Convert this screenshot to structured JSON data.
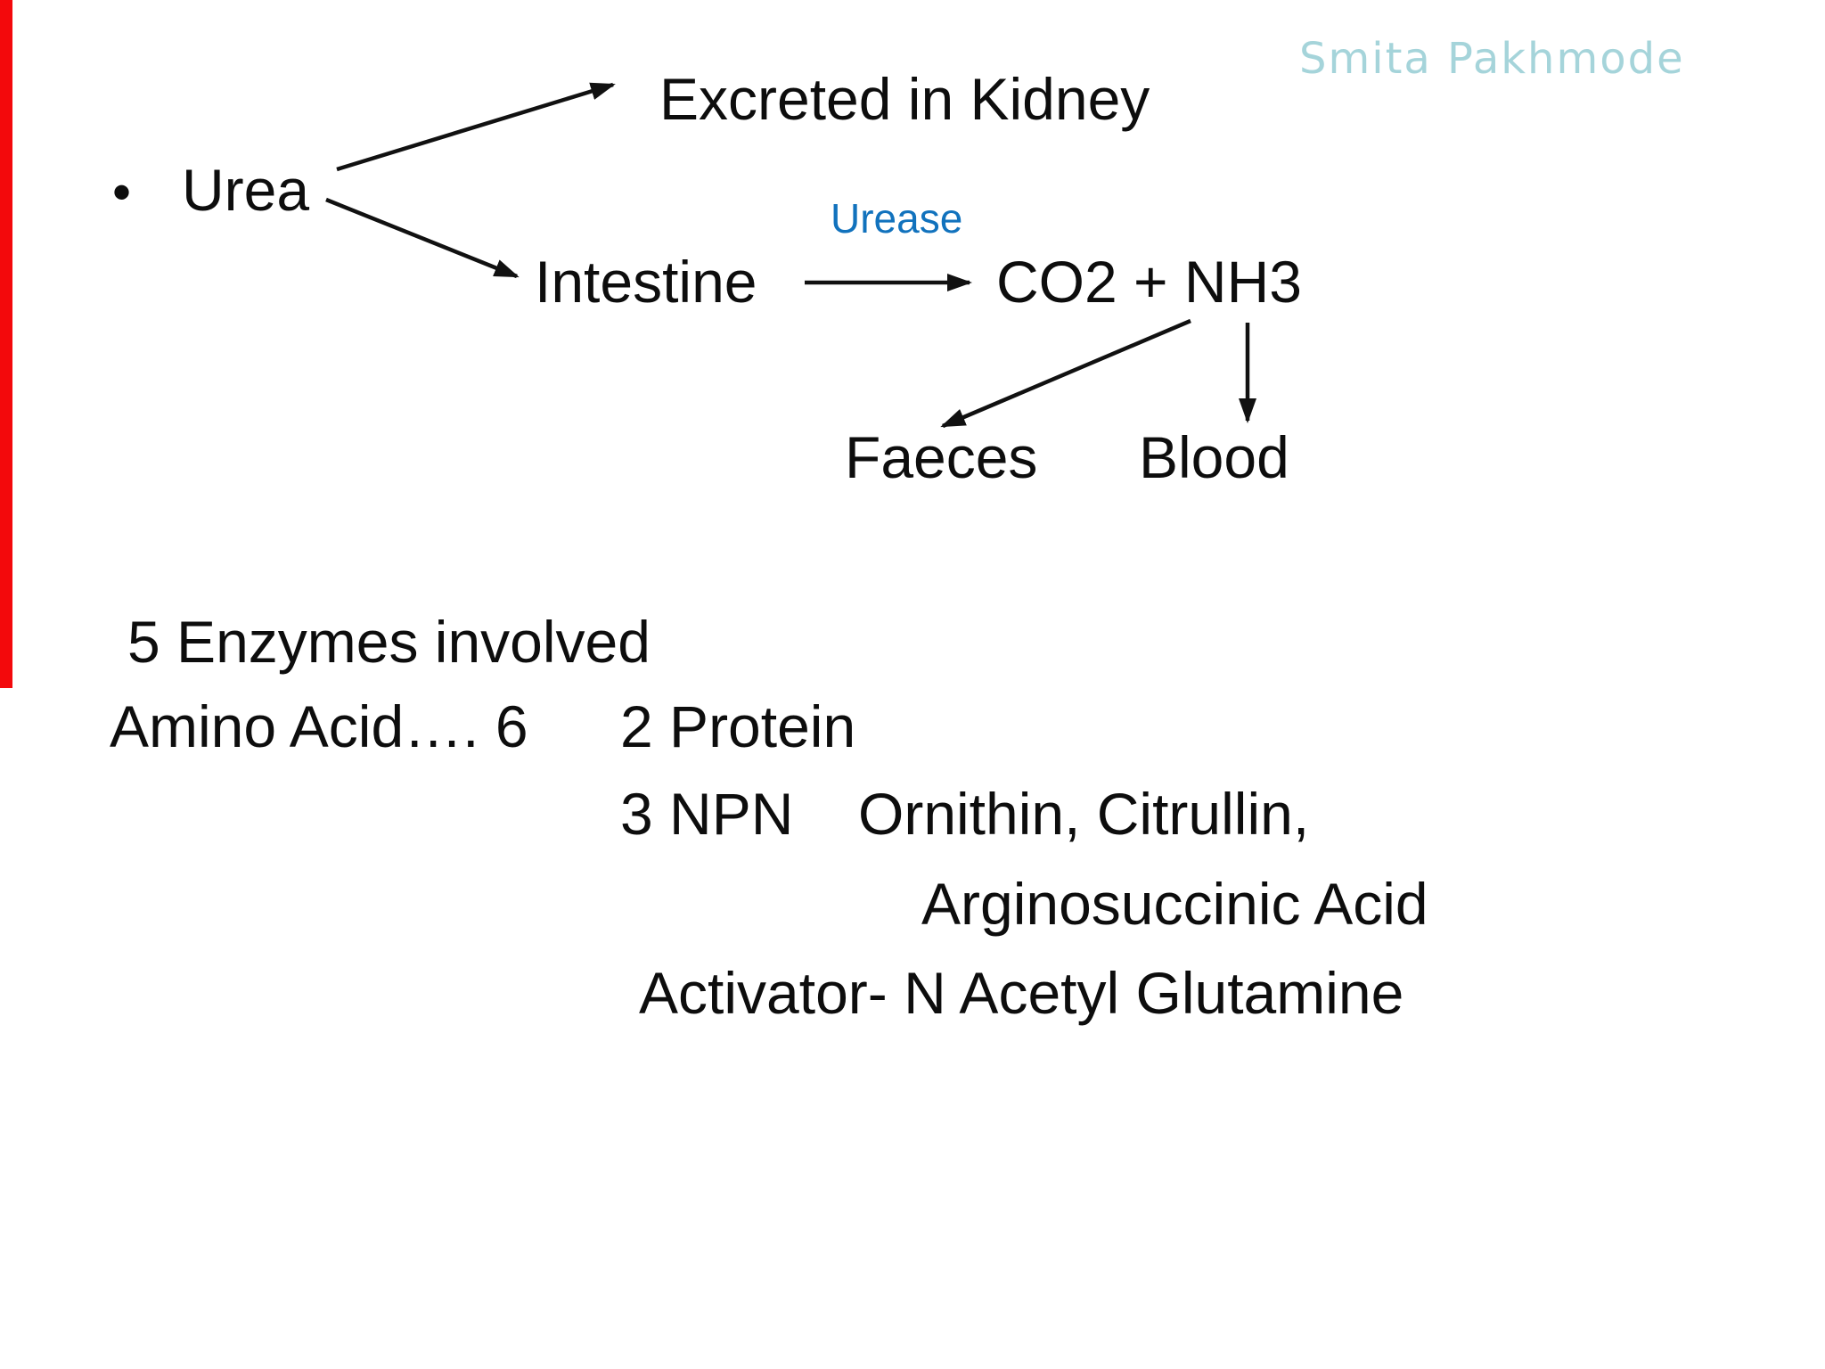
{
  "slide": {
    "watermark": "Smita Pakhmode",
    "diagram": {
      "bullet": "•",
      "urea": "Urea",
      "excreted_in_kidney": "Excreted in Kidney",
      "urease": "Urease",
      "intestine": "Intestine",
      "co2_nh3": "CO2 + NH3",
      "faeces": "Faeces",
      "blood": "Blood"
    },
    "notes": {
      "enzymes_line": "5 Enzymes involved",
      "amino_acid_line": "Amino Acid…. 6",
      "protein_line": "2 Protein",
      "npn_label": "3 NPN",
      "npn_compounds": "Ornithin, Citrullin,",
      "arginosuccinic_line": "Arginosuccinic Acid",
      "activator_line": "Activator- N Acetyl Glutamine"
    },
    "colors": {
      "text_black": "#0d0d0d",
      "urease_blue": "#1172bd",
      "watermark_teal": "#a5d4da",
      "edge_bar_red": "#f3090c",
      "background": "#ffffff"
    }
  }
}
